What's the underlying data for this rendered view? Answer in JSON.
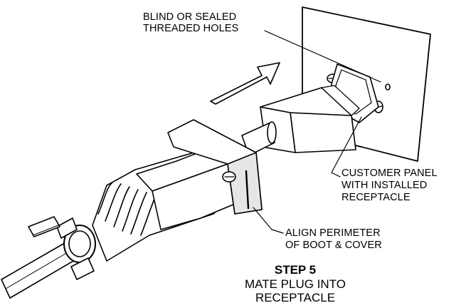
{
  "callouts": {
    "holes": [
      "BLIND OR SEALED",
      "THREADED HOLES"
    ],
    "panel": [
      "CUSTOMER PANEL",
      "WITH INSTALLED",
      "RECEPTACLE"
    ],
    "perimeter": [
      "ALIGN PERIMETER",
      "OF BOOT & COVER"
    ]
  },
  "step": {
    "title": "STEP 5",
    "description_lines": [
      "MATE PLUG INTO",
      "RECEPTACLE"
    ]
  },
  "colors": {
    "ink": "#000000",
    "paper": "#ffffff",
    "shade": "#e6e6e6"
  }
}
